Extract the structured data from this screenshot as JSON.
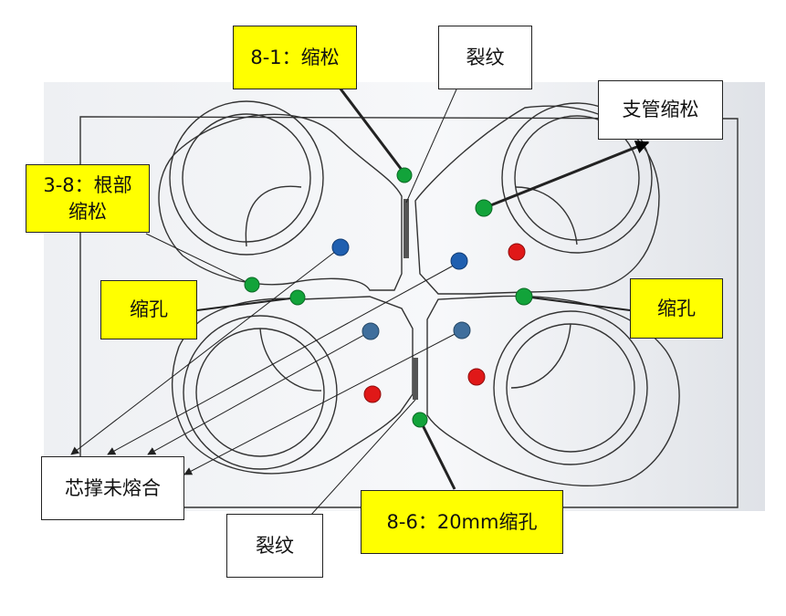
{
  "labels": {
    "top_defect": "8-1：缩松",
    "crack_top": "裂纹",
    "branch_shrink": "支管缩松",
    "root_shrink_line1": "3-8：根部",
    "root_shrink_line2": "缩松",
    "shrink_hole_left": "缩孔",
    "shrink_hole_right": "缩孔",
    "core_support": "芯撑未熔合",
    "crack_bottom": "裂纹",
    "bottom_defect": "8-6：20mm缩孔"
  },
  "colors": {
    "label_highlight": "#ffff00",
    "marker_green": "#12a33a",
    "marker_blue": "#1f5fb0",
    "marker_red": "#e01818",
    "crack_mark": "#555555",
    "line": "#222222"
  }
}
